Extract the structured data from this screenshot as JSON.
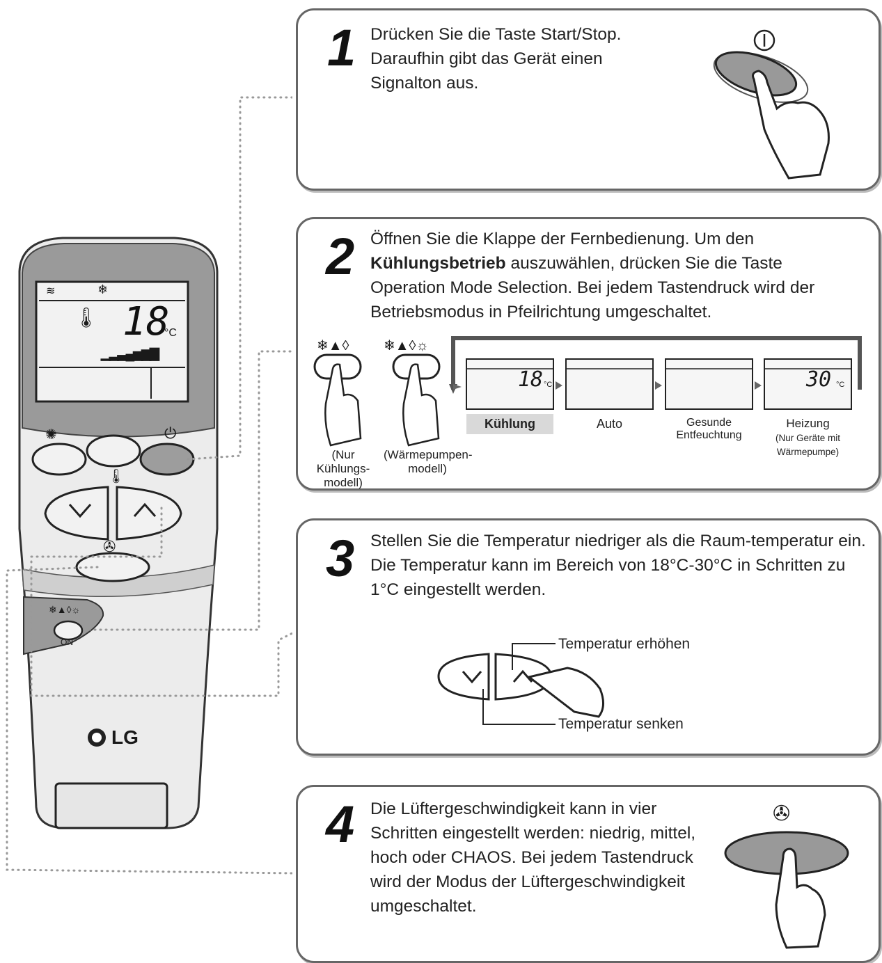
{
  "steps": [
    {
      "number": "1",
      "text": "Drücken Sie die Taste Start/Stop. Daraufhin gibt das Gerät einen Signalton aus."
    },
    {
      "number": "2",
      "text_pre": "Öffnen Sie die Klappe der Fernbedienung. Um den ",
      "text_bold": "Kühlungsbetrieb",
      "text_post": " auszuwählen, drücken Sie die Taste Operation Mode Selection. Bei jedem Tastendruck wird der Betriebsmodus in Pfeilrichtung umgeschaltet."
    },
    {
      "number": "3",
      "text": "Stellen Sie die Temperatur niedriger als die Raum-temperatur ein. Die Temperatur kann im Bereich von 18°C-30°C in Schritten zu 1°C eingestellt werden."
    },
    {
      "number": "4",
      "text": "Die Lüftergeschwindigkeit kann in vier Schritten eingestellt werden: niedrig, mittel, hoch oder CHAOS. Bei jedem Tastendruck wird der Modus der Lüftergeschwindigkeit umgeschaltet."
    }
  ],
  "mode_buttons": {
    "cooling_only": "(Nur Kühlungs-modell)",
    "heat_pump": "(Wärmepumpen-modell)"
  },
  "modes": [
    {
      "label": "Kühlung",
      "display": "18",
      "unit": "°C"
    },
    {
      "label": "Auto"
    },
    {
      "label": "Gesunde Entfeuchtung"
    },
    {
      "label": "Heizung",
      "note": "(Nur Geräte mit Wärmepumpe)",
      "display": "30",
      "unit": "°C"
    }
  ],
  "temperature": {
    "raise": "Temperatur erhöhen",
    "lower": "Temperatur senken"
  },
  "remote": {
    "display_temp": "18",
    "display_unit": "°C",
    "brand": "LG",
    "on_label": "ON"
  }
}
